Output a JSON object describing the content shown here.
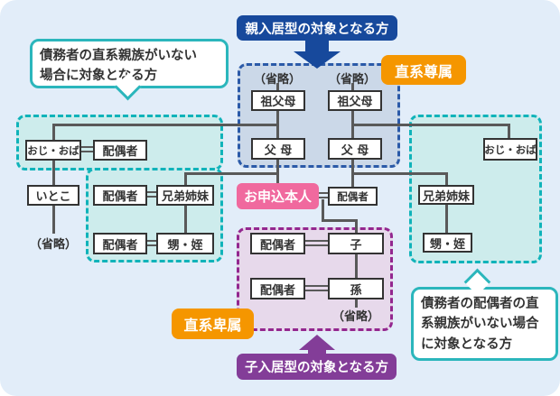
{
  "banner_top": "親入居型の対象となる方",
  "banner_bottom": "子入居型の対象となる方",
  "badge_ascendants": "直系尊属",
  "badge_descendants": "直系卑属",
  "bubble_left": {
    "line1": "債務者の直系親族がいない",
    "line2": "場合に対象となる方"
  },
  "bubble_right": {
    "line1": "債務者の配偶者の直",
    "line2": "系親族がいない場合",
    "line3": "に対象となる方"
  },
  "tree": {
    "abbrev": "（省略）",
    "grandparents": "祖父母",
    "parents": "父 母",
    "uncle_aunt": "おじ・おば",
    "spouse": "配偶者",
    "cousin": "いとこ",
    "siblings": "兄弟姉妹",
    "nephew_niece": "甥・姪",
    "applicant": "お申込本人",
    "child": "子",
    "grandchild": "孫"
  },
  "colors": {
    "background": "#e2edf9",
    "ascendants_fill": "#cbd8e8",
    "ascendants_border": "#2b5aa8",
    "collateral_fill": "#cdecec",
    "collateral_border": "#10b3ba",
    "descendants_fill": "#e7d9eb",
    "descendants_border": "#93278f",
    "banner_top": "#17499c",
    "banner_bottom": "#833d98",
    "badge": "#f59600",
    "applicant": "#f0699e",
    "connector": "#595959"
  }
}
